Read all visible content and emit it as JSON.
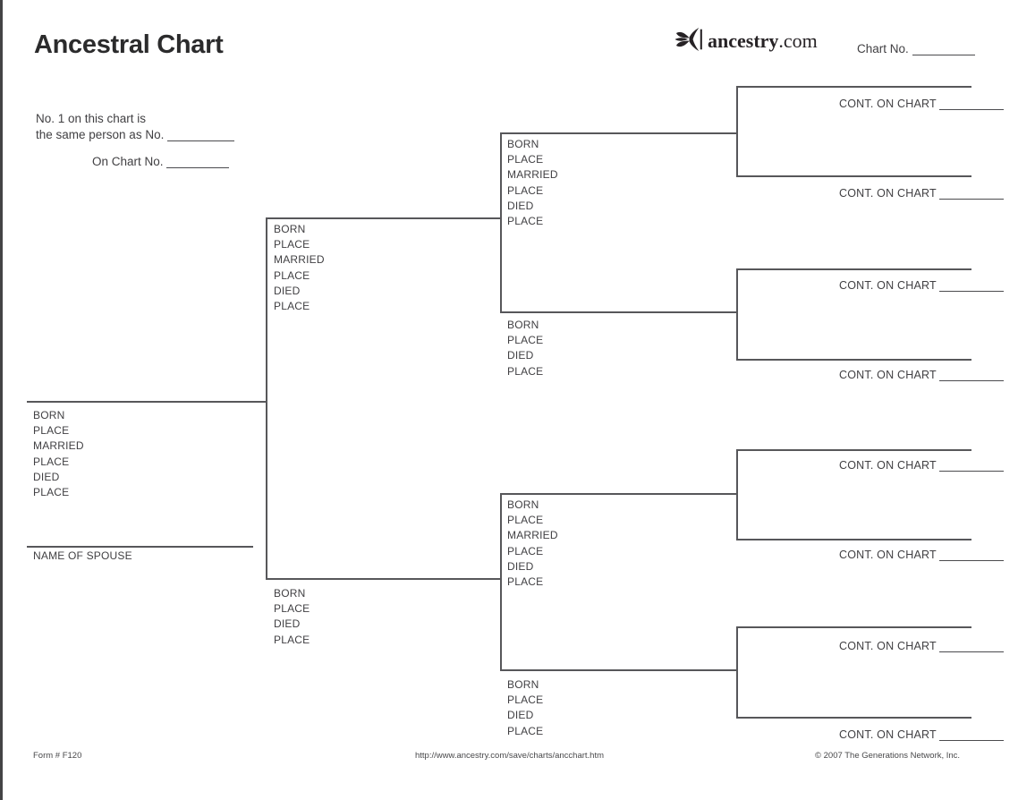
{
  "header": {
    "title": "Ancestral Chart",
    "logo": {
      "icon": "ancestry-leaf-icon",
      "name": "ancestry",
      "suffix": ".com"
    },
    "chart_no_label": "Chart No."
  },
  "reference": {
    "line1": "No. 1 on this chart is",
    "line2": "the same person as No.",
    "line3": "On Chart No."
  },
  "tree": {
    "self": {
      "fields": [
        "BORN",
        "PLACE",
        "MARRIED",
        "PLACE",
        "DIED",
        "PLACE"
      ]
    },
    "spouse_label": "NAME OF SPOUSE",
    "father": {
      "fields": [
        "BORN",
        "PLACE",
        "MARRIED",
        "PLACE",
        "DIED",
        "PLACE"
      ]
    },
    "mother": {
      "fields": [
        "BORN",
        "PLACE",
        "DIED",
        "PLACE"
      ]
    },
    "paternal_grandfather": {
      "fields": [
        "BORN",
        "PLACE",
        "MARRIED",
        "PLACE",
        "DIED",
        "PLACE"
      ]
    },
    "paternal_grandmother": {
      "fields": [
        "BORN",
        "PLACE",
        "DIED",
        "PLACE"
      ]
    },
    "maternal_grandfather": {
      "fields": [
        "BORN",
        "PLACE",
        "MARRIED",
        "PLACE",
        "DIED",
        "PLACE"
      ]
    },
    "maternal_grandmother": {
      "fields": [
        "BORN",
        "PLACE",
        "DIED",
        "PLACE"
      ]
    },
    "cont_labels": [
      "CONT. ON CHART",
      "CONT. ON CHART",
      "CONT. ON CHART",
      "CONT. ON CHART",
      "CONT. ON CHART",
      "CONT. ON CHART",
      "CONT. ON CHART",
      "CONT. ON CHART"
    ]
  },
  "footer": {
    "form_no": "Form # F120",
    "url": "http://www.ancestry.com/save/charts/ancchart.htm",
    "copyright": "© 2007 The Generations Network, Inc."
  },
  "colors": {
    "line": "#57575a",
    "text": "#414043",
    "title": "#2b2b2c"
  }
}
